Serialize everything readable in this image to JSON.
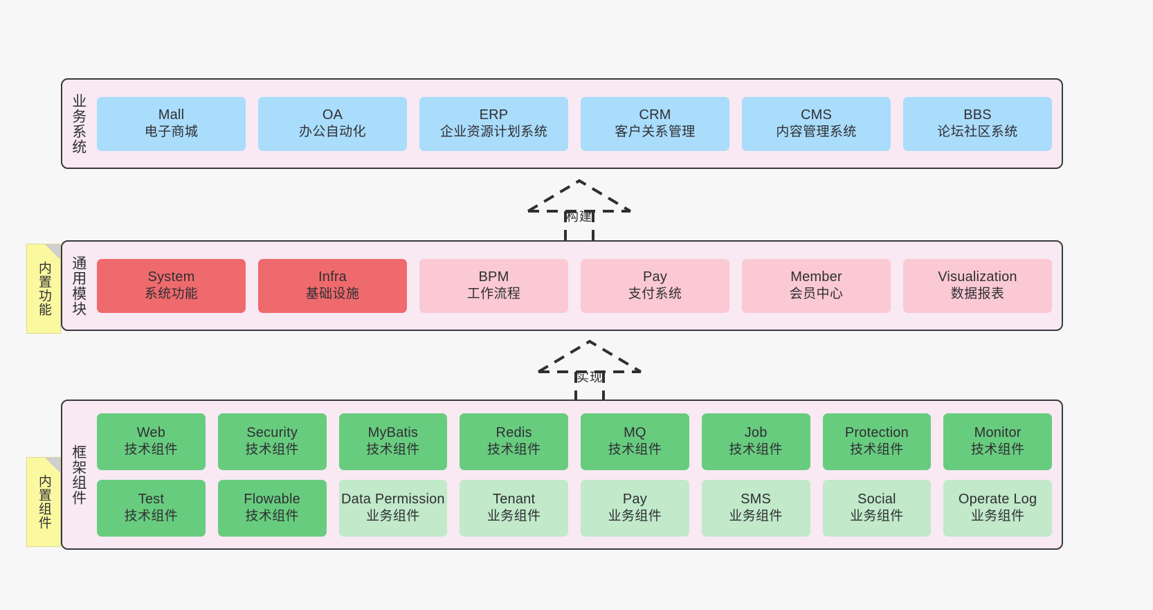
{
  "diagram": {
    "title": "",
    "background_color": "#f7f7f7",
    "layers": [
      {
        "id": "business",
        "title": "业务系统",
        "container_color": "#f8e9f3",
        "rows": [
          {
            "cells": [
              {
                "en": "Mall",
                "cn": "电子商城",
                "color": "#aadcfb",
                "style": "blue"
              },
              {
                "en": "OA",
                "cn": "办公自动化",
                "color": "#aadcfb",
                "style": "blue"
              },
              {
                "en": "ERP",
                "cn": "企业资源计划系统",
                "color": "#aadcfb",
                "style": "blue"
              },
              {
                "en": "CRM",
                "cn": "客户关系管理",
                "color": "#aadcfb",
                "style": "blue"
              },
              {
                "en": "CMS",
                "cn": "内容管理系统",
                "color": "#aadcfb",
                "style": "blue"
              },
              {
                "en": "BBS",
                "cn": "论坛社区系统",
                "color": "#aadcfb",
                "style": "blue"
              }
            ]
          }
        ]
      },
      {
        "id": "common",
        "title": "通用模块",
        "container_color": "#f8e9f3",
        "note": "内置功能",
        "rows": [
          {
            "cells": [
              {
                "en": "System",
                "cn": "系统功能",
                "color": "#ef6a6d",
                "style": "red"
              },
              {
                "en": "Infra",
                "cn": "基础设施",
                "color": "#ef6a6d",
                "style": "red"
              },
              {
                "en": "BPM",
                "cn": "工作流程",
                "color": "#fac9d4",
                "style": "pink"
              },
              {
                "en": "Pay",
                "cn": "支付系统",
                "color": "#fac9d4",
                "style": "pink"
              },
              {
                "en": "Member",
                "cn": "会员中心",
                "color": "#fac9d4",
                "style": "pink"
              },
              {
                "en": "Visualization",
                "cn": "数据报表",
                "color": "#fac9d4",
                "style": "pink"
              }
            ]
          }
        ]
      },
      {
        "id": "framework",
        "title": "框架组件",
        "container_color": "#f8e9f3",
        "note": "内置组件",
        "rows": [
          {
            "cells": [
              {
                "en": "Web",
                "cn": "技术组件",
                "color": "#68cc7f",
                "style": "green"
              },
              {
                "en": "Security",
                "cn": "技术组件",
                "color": "#68cc7f",
                "style": "green"
              },
              {
                "en": "MyBatis",
                "cn": "技术组件",
                "color": "#68cc7f",
                "style": "green"
              },
              {
                "en": "Redis",
                "cn": "技术组件",
                "color": "#68cc7f",
                "style": "green"
              },
              {
                "en": "MQ",
                "cn": "技术组件",
                "color": "#68cc7f",
                "style": "green"
              },
              {
                "en": "Job",
                "cn": "技术组件",
                "color": "#68cc7f",
                "style": "green"
              },
              {
                "en": "Protection",
                "cn": "技术组件",
                "color": "#68cc7f",
                "style": "green"
              },
              {
                "en": "Monitor",
                "cn": "技术组件",
                "color": "#68cc7f",
                "style": "green"
              }
            ]
          },
          {
            "cells": [
              {
                "en": "Test",
                "cn": "技术组件",
                "color": "#68cc7f",
                "style": "green"
              },
              {
                "en": "Flowable",
                "cn": "技术组件",
                "color": "#68cc7f",
                "style": "green"
              },
              {
                "en": "Data Permission",
                "cn": "业务组件",
                "color": "#c1e9ca",
                "style": "green-light"
              },
              {
                "en": "Tenant",
                "cn": "业务组件",
                "color": "#c1e9ca",
                "style": "green-light"
              },
              {
                "en": "Pay",
                "cn": "业务组件",
                "color": "#c1e9ca",
                "style": "green-light"
              },
              {
                "en": "SMS",
                "cn": "业务组件",
                "color": "#c1e9ca",
                "style": "green-light"
              },
              {
                "en": "Social",
                "cn": "业务组件",
                "color": "#c1e9ca",
                "style": "green-light"
              },
              {
                "en": "Operate Log",
                "cn": "业务组件",
                "color": "#c1e9ca",
                "style": "green-light"
              }
            ]
          }
        ]
      }
    ],
    "connectors": [
      {
        "id": "build",
        "label": "构建",
        "from": "common",
        "to": "business",
        "style": "dashed-generalization"
      },
      {
        "id": "implement",
        "label": "实现",
        "from": "framework",
        "to": "common",
        "style": "dashed-generalization"
      }
    ],
    "notes": [
      {
        "id": "builtin-function",
        "text": "内置功能",
        "color": "#fbf9a0"
      },
      {
        "id": "builtin-component",
        "text": "内置组件",
        "color": "#fbf9a0"
      }
    ]
  }
}
